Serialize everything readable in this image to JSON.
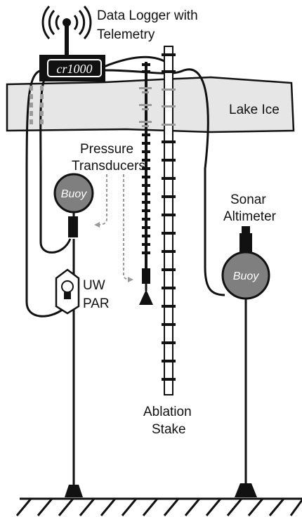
{
  "labels": {
    "logger_title_line1": "Data Logger with",
    "logger_title_line2": "Telemetry",
    "logger_model": "cr1000",
    "ice": "Lake Ice",
    "pressure_line1": "Pressure",
    "pressure_line2": "Transducers",
    "buoy_left": "Buoy",
    "buoy_right": "Buoy",
    "sonar_line1": "Sonar",
    "sonar_line2": "Altimeter",
    "par_line1": "UW",
    "par_line2": "PAR",
    "stake_line1": "Ablation",
    "stake_line2": "Stake"
  },
  "colors": {
    "ice": "#e6e6e6",
    "buoy": "#7f7f7f",
    "ink": "#111111",
    "dashed_gray": "#9a9a9a"
  },
  "icons": {
    "antenna": "wireless-signal-icon",
    "lightbulb": "lightbulb-icon"
  }
}
